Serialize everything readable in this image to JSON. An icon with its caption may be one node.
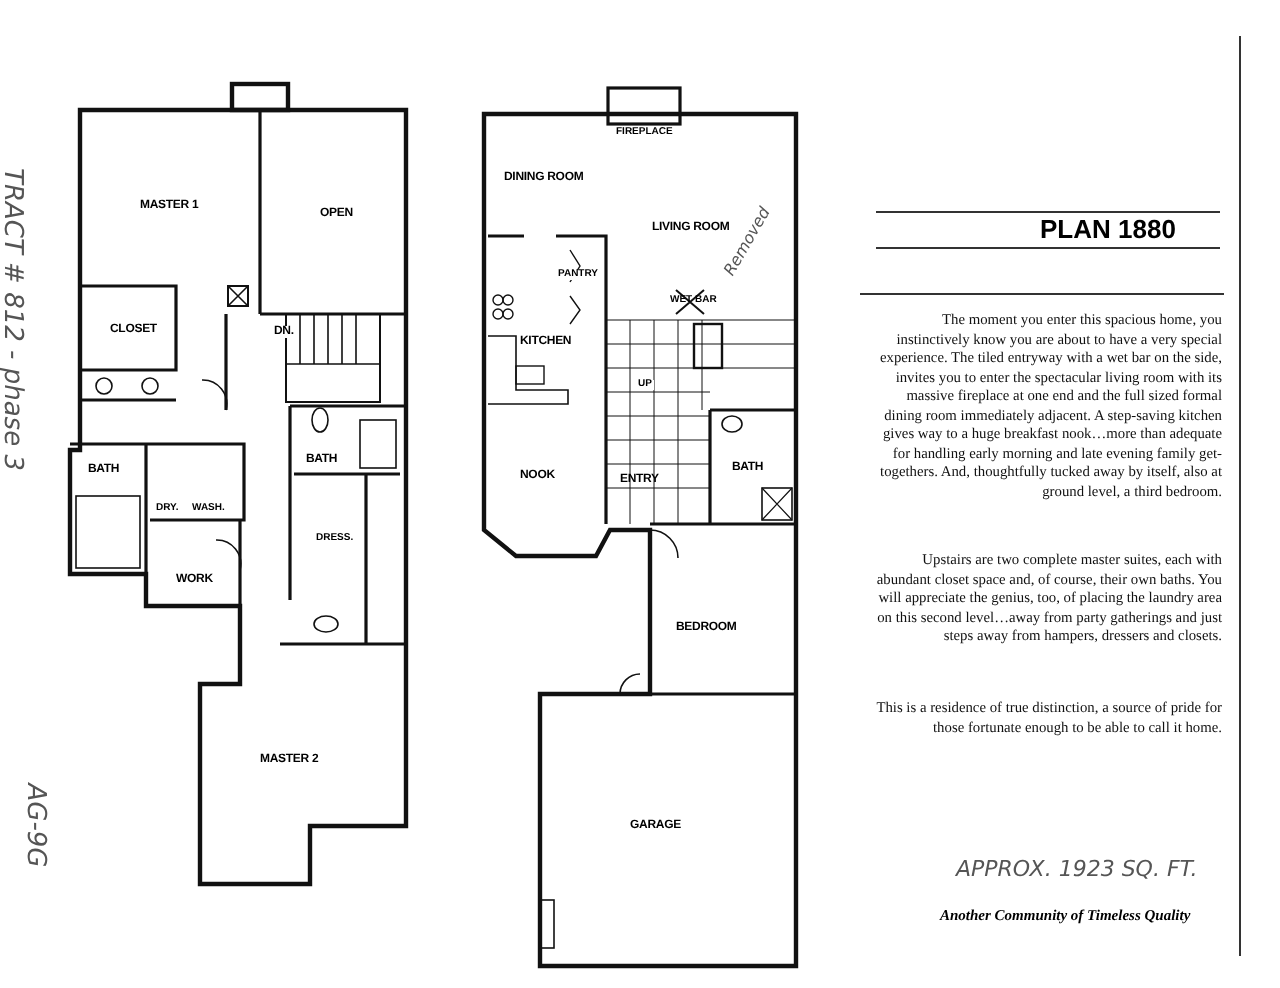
{
  "diagram": {
    "labels": [
      "TRACT # 812 - phase 3",
      "MASTER 1",
      "OPEN",
      "CLOSET",
      "DN.",
      "BATH",
      "DRY.",
      "WASH.",
      "BATH",
      "DRESS.",
      "WORK",
      "MASTER 2",
      "AG-9G",
      "FIREPLACE",
      "DINING ROOM",
      "LIVING ROOM",
      "Removed",
      "PANTRY",
      "WET BAR",
      "KITCHEN",
      "UP",
      "NOOK",
      "ENTRY",
      "BATH",
      "BEDROOM",
      "GARAGE",
      "PLAN 1880",
      "The moment you enter this spacious home, you instinctively know you are about to have a very special experience. The tiled entryway with a wet bar on the side, invites you to enter the spectacular living room with its massive fireplace at one end and the full sized formal dining room immediately adjacent. A step-saving kitchen gives way to a huge breakfast nook…more than adequate for handling early morning and late evening family get-togethers. And, thoughtfully tucked away by itself, also at ground level, a third bedroom.",
      "Upstairs are two complete master suites, each with abundant closet space and, of course, their own baths. You will appreciate the genius, too, of placing the laundry area on this second level…away from party gatherings and just steps away from hampers, dressers and closets.",
      "This is a residence of true distinction, a source of pride for those fortunate enough to be able to call it home.",
      "APPROX. 1923 SQ. FT.",
      "Another Community of Timeless Quality"
    ]
  }
}
